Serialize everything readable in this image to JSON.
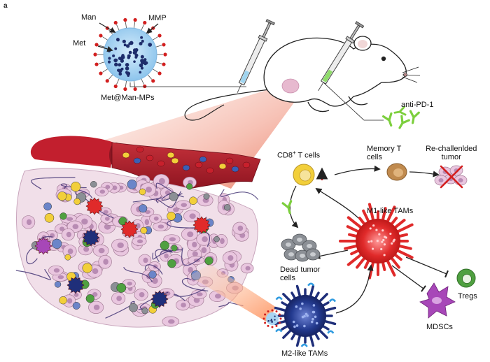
{
  "panel_letter": "a",
  "labels": {
    "man": "Man",
    "mmp": "MMP",
    "met": "Met",
    "particle": "Met@Man-MPs",
    "anti_pd1": "anti-PD-1",
    "cd8_main": "CD8",
    "cd8_sup": "+",
    "cd8_tail": " T cells",
    "memory_line1": "Memory T",
    "memory_line2": "cells",
    "rechallenged_line1": "Re-challenlded",
    "rechallenged_line2": "tumor",
    "m1": "M1-like TAMs",
    "dead_line1": "Dead tumor",
    "dead_line2": "cells",
    "tregs": "Tregs",
    "mdscs": "MDSCs",
    "m2": "M2-like TAMs"
  },
  "colors": {
    "nanoparticle": "#a9d4f2",
    "nanoparticle_core": "#1e2d6b",
    "man_arrow": "#d21f1f",
    "mouse_outline": "#222222",
    "tumor_cell": "#e9c6df",
    "tumor_nucleus": "#b88bb3",
    "vessel": "#a01d2a",
    "rbc": "#c8202c",
    "m1_macrophage": "#e02a2a",
    "m2_macrophage": "#1f2f7a",
    "cd8": "#f2cf3a",
    "memory": "#c08a4e",
    "dead_cell": "#8b8f95",
    "treg": "#4fa040",
    "mdsc": "#a747b8",
    "antibody": "#7ccf3d",
    "beam": "#f3b8a6"
  }
}
